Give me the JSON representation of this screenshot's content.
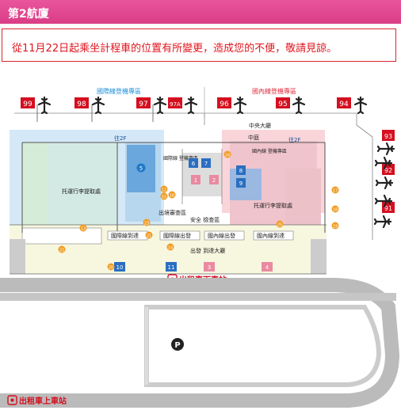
{
  "header": {
    "title": "第2航廈"
  },
  "notice": {
    "text": "從11月22日起乘坐計程車的位置有所變更，造成您的不便，敬請見諒。"
  },
  "colors": {
    "header_bg": "#e24b93",
    "notice_red": "#e0141c",
    "intl_zone": "#cfe6f7",
    "domestic_zone": "#f9d3d8",
    "green_zone": "#d5ecd8"
  },
  "zones": {
    "international": "國際線登機專區",
    "domestic": "國內線登機專區"
  },
  "gates": {
    "top": [
      "99",
      "98",
      "97",
      "97A",
      "96",
      "95",
      "94"
    ],
    "right": [
      "93",
      "92",
      "91"
    ]
  },
  "labels": {
    "floor_2f_left": "往2F",
    "floor_2f_right": "往2F",
    "central_hall": "中央大廳",
    "courtyard": "中庭",
    "baggage_claim_left": "托運行李提取處",
    "baggage_claim_right": "托運行李提取處",
    "intl_boarding": "國際線\n登機專區",
    "domestic_boarding": "國內線\n登機專區",
    "exit_inspection": "出境審查區",
    "security": "安全 檢查區",
    "intl_arrival": "國際線到達",
    "intl_departure": "國際線出發",
    "domestic_departure": "國內線出發",
    "domestic_arrival": "國內線到達",
    "departure_arrival_hall": "出發 到達大廳",
    "taxi_dropoff": "出租車下車站",
    "taxi_pickup": "出租車上車站",
    "parking": "P"
  },
  "blue_markers": [
    "5",
    "6",
    "7",
    "8",
    "9",
    "10",
    "11"
  ],
  "pink_markers": [
    "1",
    "2",
    "3",
    "4"
  ],
  "orange_markers": [
    "12",
    "13",
    "14",
    "15",
    "16",
    "17",
    "18",
    "19",
    "20",
    "21",
    "22",
    "23",
    "24",
    "25"
  ]
}
